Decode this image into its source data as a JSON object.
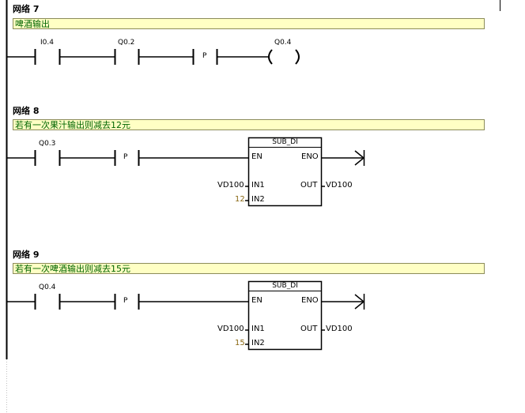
{
  "networks": [
    {
      "title": "网络 7",
      "comment": "啤酒输出",
      "contacts": [
        "I0.4",
        "Q0.2"
      ],
      "edge": "P",
      "coil": "Q0.4"
    },
    {
      "title": "网络 8",
      "comment": "若有一次果汁输出则减去12元",
      "contact": "Q0.3",
      "edge": "P",
      "block": {
        "name": "SUB_DI",
        "en": "EN",
        "eno": "ENO",
        "in1": "IN1",
        "in2": "IN2",
        "out": "OUT",
        "in1_val": "VD100",
        "in2_val": "12",
        "out_val": "VD100"
      }
    },
    {
      "title": "网络 9",
      "comment": "若有一次啤酒输出则减去15元",
      "contact": "Q0.4",
      "edge": "P",
      "block": {
        "name": "SUB_DI",
        "en": "EN",
        "eno": "ENO",
        "in1": "IN1",
        "in2": "IN2",
        "out": "OUT",
        "in1_val": "VD100",
        "in2_val": "15",
        "out_val": "VD100"
      }
    }
  ]
}
